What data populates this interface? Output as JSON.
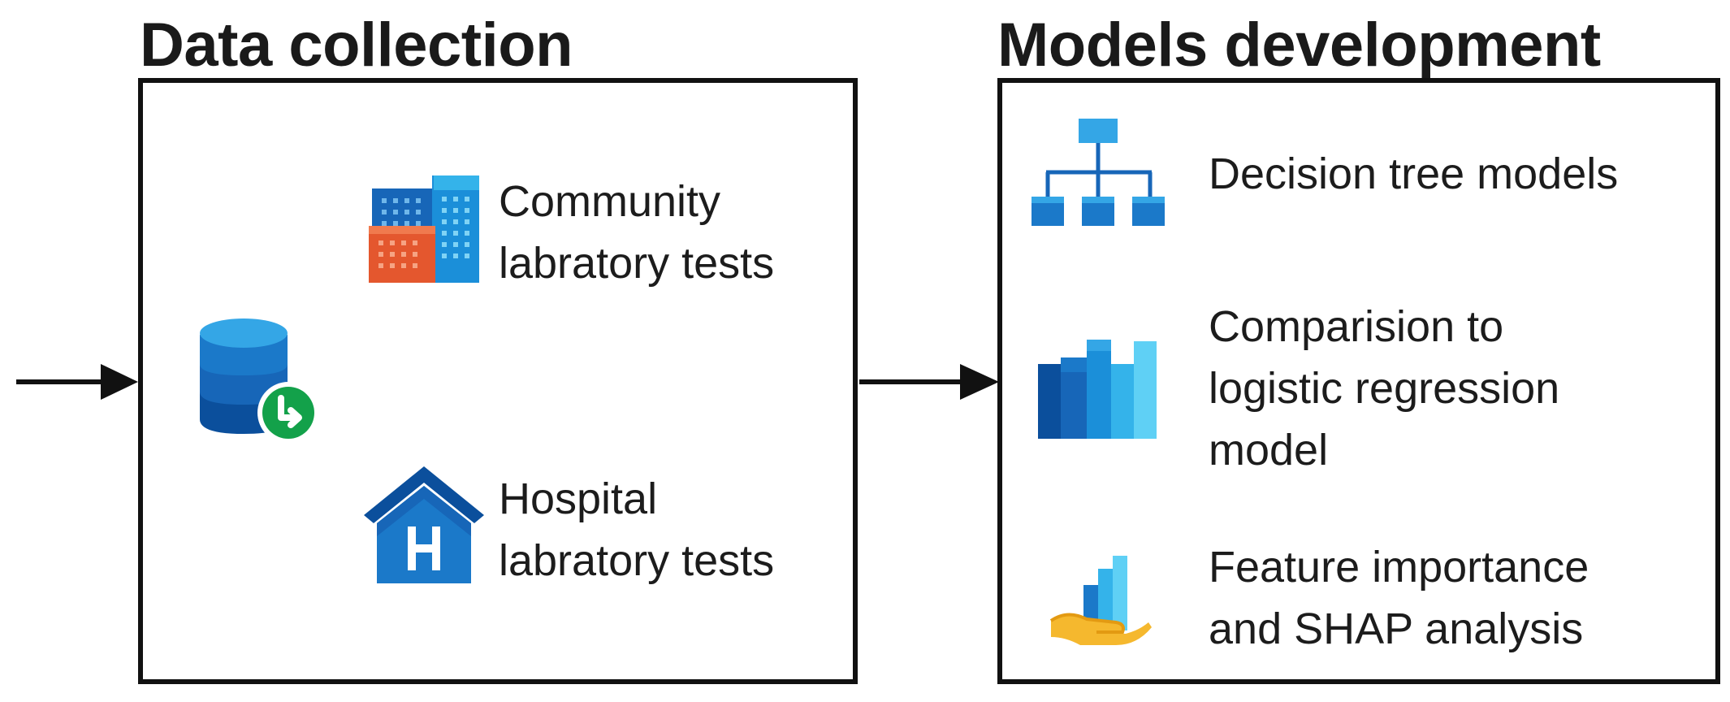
{
  "sections": {
    "data_collection": {
      "title": "Data collection",
      "items": [
        {
          "lines": [
            "Community",
            "labratory tests"
          ],
          "icon": "buildings-icon"
        },
        {
          "lines": [
            "Hospital",
            "labratory tests"
          ],
          "icon": "hospital-icon"
        }
      ],
      "source_icon": "database-export-icon"
    },
    "models_development": {
      "title": "Models development",
      "items": [
        {
          "lines": [
            "Decision tree models"
          ],
          "icon": "hierarchy-tree-icon"
        },
        {
          "lines": [
            "Comparision to",
            "logistic regression",
            "model"
          ],
          "icon": "bar-chart-icon"
        },
        {
          "lines": [
            "Feature importance",
            "and SHAP analysis"
          ],
          "icon": "hand-chart-icon"
        }
      ]
    }
  },
  "colors": {
    "blue_dark": "#0b4f9c",
    "blue_mid": "#1b79c9",
    "blue_light": "#34b3ea",
    "cyan": "#5fd0f5",
    "orange": "#e4572e",
    "green": "#13a14a",
    "yellow": "#f5b82e",
    "line": "#111111"
  }
}
